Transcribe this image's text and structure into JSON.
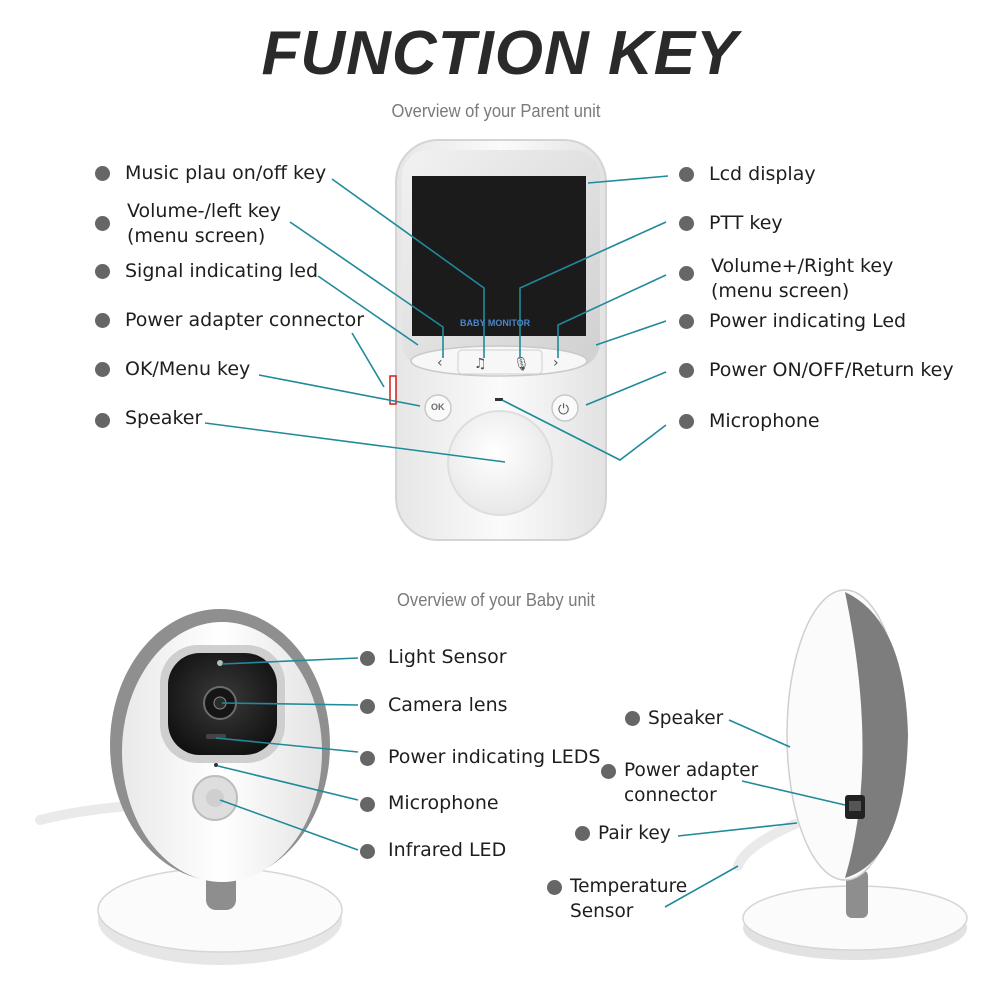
{
  "title": "FUNCTION KEY",
  "parent_unit": {
    "subtitle": "Overview of your Parent unit",
    "brand_text": "BABY MONITOR",
    "ok_key_text": "OK",
    "labels_left": [
      {
        "text": "Music plau on/off key"
      },
      {
        "text": "Volume-/left key",
        "sub": "(menu screen)"
      },
      {
        "text": "Signal indicating led"
      },
      {
        "text": "Power adapter connector"
      },
      {
        "text": "OK/Menu key"
      },
      {
        "text": "Speaker"
      }
    ],
    "labels_right": [
      {
        "text": "Lcd display"
      },
      {
        "text": "PTT key"
      },
      {
        "text": "Volume+/Right key",
        "sub": "(menu screen)"
      },
      {
        "text": "Power indicating Led"
      },
      {
        "text": "Power ON/OFF/Return key"
      },
      {
        "text": "Microphone"
      }
    ]
  },
  "baby_unit": {
    "subtitle": "Overview of your Baby unit",
    "labels_front": [
      {
        "text": "Light Sensor"
      },
      {
        "text": "Camera lens"
      },
      {
        "text": "Power indicating LEDS"
      },
      {
        "text": "Microphone"
      },
      {
        "text": "Infrared LED"
      }
    ],
    "labels_side": [
      {
        "text": "Speaker"
      },
      {
        "text": "Power adapter",
        "sub": "connector"
      },
      {
        "text": "Pair key"
      },
      {
        "text": "Temperature",
        "sub": "Sensor"
      }
    ]
  },
  "colors": {
    "leader_line": "#1f8a9a",
    "dot": "#666666",
    "title": "#2a2a2a",
    "subtitle": "#7a7a7a"
  }
}
